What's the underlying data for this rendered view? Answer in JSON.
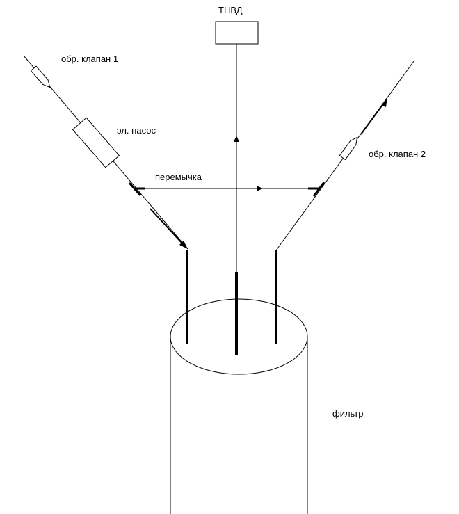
{
  "labels": {
    "tnvd": "ТНВД",
    "valve1": "обр. клапан 1",
    "pump": "эл. насос",
    "bridge": "перемычка",
    "valve2": "обр. клапан 2",
    "filter": "фильтр"
  },
  "colors": {
    "line": "#000000",
    "background": "#ffffff"
  }
}
